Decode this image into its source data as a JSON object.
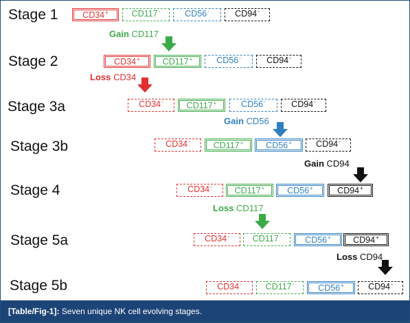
{
  "colors": {
    "red": "#e03030",
    "green": "#3daa48",
    "blue": "#2f7fc1",
    "black": "#111111",
    "caption_bg": "#1d4476"
  },
  "stages": [
    {
      "label": "Stage 1",
      "markers": [
        {
          "name": "CD34",
          "sign": "+",
          "color": "red"
        },
        {
          "name": "CD117",
          "sign": "-",
          "color": "green"
        },
        {
          "name": "CD56",
          "sign": "-",
          "color": "blue"
        },
        {
          "name": "CD94",
          "sign": "-",
          "color": "black"
        }
      ]
    },
    {
      "label": "Stage 2",
      "markers": [
        {
          "name": "CD34",
          "sign": "+",
          "color": "red"
        },
        {
          "name": "CD117",
          "sign": "+",
          "color": "green"
        },
        {
          "name": "CD56",
          "sign": "-",
          "color": "blue"
        },
        {
          "name": "CD94",
          "sign": "-",
          "color": "black"
        }
      ]
    },
    {
      "label": "Stage 3a",
      "markers": [
        {
          "name": "CD34",
          "sign": "-",
          "color": "red"
        },
        {
          "name": "CD117",
          "sign": "+",
          "color": "green"
        },
        {
          "name": "CD56",
          "sign": "-",
          "color": "blue"
        },
        {
          "name": "CD94",
          "sign": "-",
          "color": "black"
        }
      ]
    },
    {
      "label": "Stage 3b",
      "markers": [
        {
          "name": "CD34",
          "sign": "-",
          "color": "red"
        },
        {
          "name": "CD117",
          "sign": "+",
          "color": "green"
        },
        {
          "name": "CD56",
          "sign": "+",
          "color": "blue"
        },
        {
          "name": "CD94",
          "sign": "-",
          "color": "black"
        }
      ]
    },
    {
      "label": "Stage 4",
      "markers": [
        {
          "name": "CD34",
          "sign": "-",
          "color": "red"
        },
        {
          "name": "CD117",
          "sign": "+",
          "color": "green"
        },
        {
          "name": "CD56",
          "sign": "+",
          "color": "blue"
        },
        {
          "name": "CD94",
          "sign": "+",
          "color": "black"
        }
      ]
    },
    {
      "label": "Stage 5a",
      "markers": [
        {
          "name": "CD34",
          "sign": "-",
          "color": "red"
        },
        {
          "name": "CD117",
          "sign": "-",
          "color": "green"
        },
        {
          "name": "CD56",
          "sign": "+",
          "color": "blue"
        },
        {
          "name": "CD94",
          "sign": "+",
          "color": "black"
        }
      ]
    },
    {
      "label": "Stage 5b",
      "markers": [
        {
          "name": "CD34",
          "sign": "-",
          "color": "red"
        },
        {
          "name": "CD117",
          "sign": "-",
          "color": "green"
        },
        {
          "name": "CD56",
          "sign": "+",
          "color": "blue"
        },
        {
          "name": "CD94",
          "sign": "-",
          "color": "black"
        }
      ]
    }
  ],
  "transitions": [
    {
      "verb": "Gain",
      "marker": "CD117",
      "color": "green"
    },
    {
      "verb": "Loss",
      "marker": "CD34",
      "color": "red"
    },
    {
      "verb": "Gain",
      "marker": "CD56",
      "color": "blue"
    },
    {
      "verb": "Gain",
      "marker": "CD94",
      "color": "black"
    },
    {
      "verb": "Loss",
      "marker": "CD117",
      "color": "green"
    },
    {
      "verb": "Loss",
      "marker": "CD94",
      "color": "black"
    }
  ],
  "caption": {
    "tag": "[Table/Fig-1]:",
    "text": "Seven unique NK cell evolving stages."
  }
}
